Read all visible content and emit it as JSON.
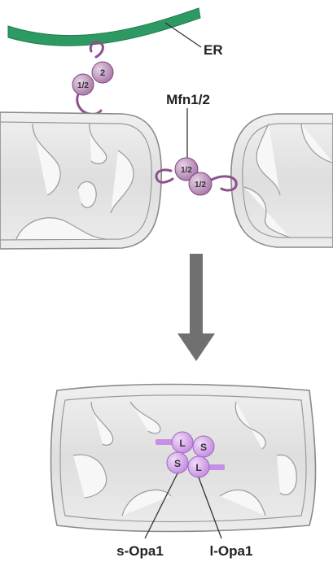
{
  "labels": {
    "er": "ER",
    "mfn": "Mfn1/2",
    "s_opa": "s-Opa1",
    "l_opa": "l-Opa1"
  },
  "proteins": {
    "er_tether_upper": "2",
    "er_tether_lower": "1/2",
    "mfn_left": "1/2",
    "mfn_right": "1/2",
    "opa_top_left": "L",
    "opa_top_right": "S",
    "opa_bottom_left": "S",
    "opa_bottom_right": "L"
  },
  "colors": {
    "er_green": "#2e9a63",
    "mito_fill": "#e6e6e6",
    "mito_outline": "#8a8a8a",
    "mfn_purple": "#b58cb5",
    "mfn_link": "#8f4f8f",
    "opa_purple": "#d9a8f0",
    "opa_bar": "#c78ee6",
    "arrow": "#707070"
  }
}
